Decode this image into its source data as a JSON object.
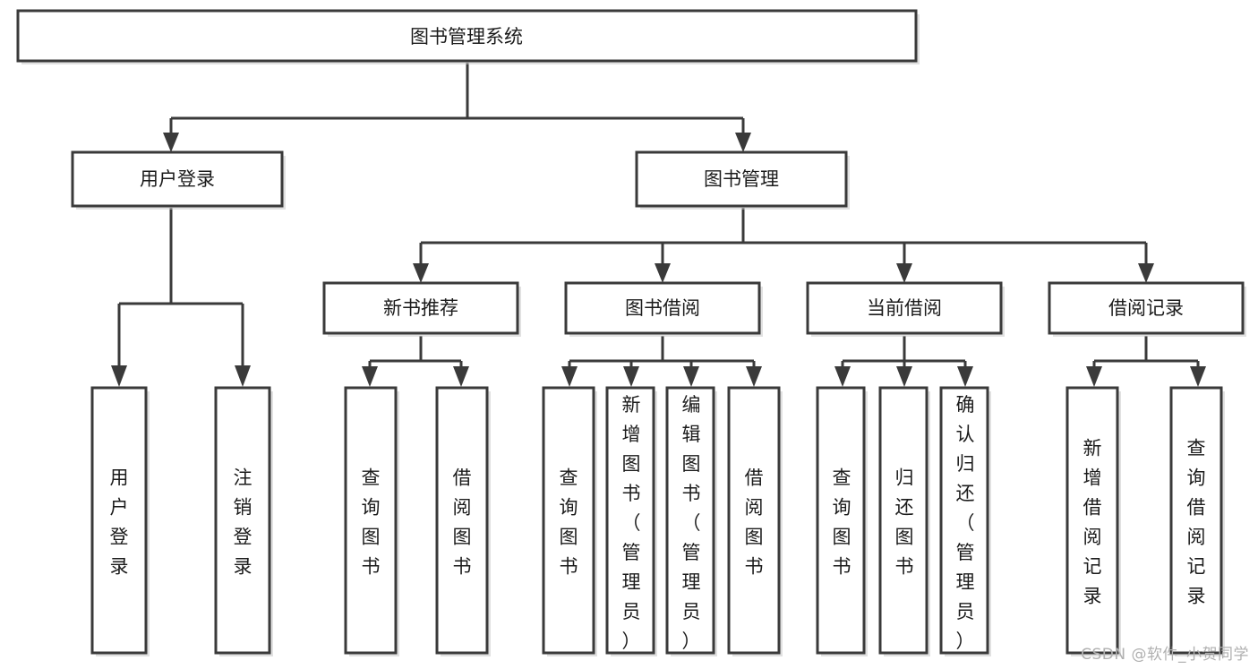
{
  "diagram": {
    "title": "图书管理系统",
    "type": "tree-hierarchy-diagram",
    "root": {
      "id": "root",
      "label": "图书管理系统",
      "orientation": "horizontal"
    },
    "level2": [
      {
        "id": "user-login",
        "label": "用户登录",
        "orientation": "horizontal"
      },
      {
        "id": "book-manage",
        "label": "图书管理",
        "orientation": "horizontal"
      }
    ],
    "level3": [
      {
        "id": "new-book-recommend",
        "label": "新书推荐",
        "orientation": "horizontal"
      },
      {
        "id": "book-borrow",
        "label": "图书借阅",
        "orientation": "horizontal"
      },
      {
        "id": "current-borrow",
        "label": "当前借阅",
        "orientation": "horizontal"
      },
      {
        "id": "borrow-record",
        "label": "借阅记录",
        "orientation": "horizontal"
      }
    ],
    "leaves": {
      "user-login": [
        {
          "id": "leaf-user-login",
          "label": "用户登录",
          "orientation": "vertical",
          "align": "center"
        },
        {
          "id": "leaf-logout",
          "label": "注销登录",
          "orientation": "vertical",
          "align": "center"
        }
      ],
      "new-book-recommend": [
        {
          "id": "leaf-query-book-1",
          "label": "查询图书",
          "orientation": "vertical",
          "align": "center"
        },
        {
          "id": "leaf-borrow-book-1",
          "label": "借阅图书",
          "orientation": "vertical",
          "align": "center"
        }
      ],
      "book-borrow": [
        {
          "id": "leaf-query-book-2",
          "label": "查询图书",
          "orientation": "vertical",
          "align": "center"
        },
        {
          "id": "leaf-add-book",
          "label": "新增图书（管理员）",
          "orientation": "vertical",
          "align": "top"
        },
        {
          "id": "leaf-edit-book",
          "label": "编辑图书（管理员）",
          "orientation": "vertical",
          "align": "top"
        },
        {
          "id": "leaf-borrow-book-2",
          "label": "借阅图书",
          "orientation": "vertical",
          "align": "center"
        }
      ],
      "current-borrow": [
        {
          "id": "leaf-query-book-3",
          "label": "查询图书",
          "orientation": "vertical",
          "align": "center"
        },
        {
          "id": "leaf-return-book",
          "label": "归还图书",
          "orientation": "vertical",
          "align": "center"
        },
        {
          "id": "leaf-confirm-return",
          "label": "确认归还（管理员）",
          "orientation": "vertical",
          "align": "top"
        }
      ],
      "borrow-record": [
        {
          "id": "leaf-add-record",
          "label": "新增借阅记录",
          "orientation": "vertical",
          "align": "center"
        },
        {
          "id": "leaf-query-record",
          "label": "查询借阅记录",
          "orientation": "vertical",
          "align": "center"
        }
      ]
    }
  },
  "watermark": {
    "text": "CSDN @软件_小贺同学"
  },
  "colors": {
    "box_stroke": "#3a3a3a",
    "box_fill": "#ffffff",
    "line": "#3a3a3a",
    "text": "#1b1b1b",
    "watermark": "#b0b0b0",
    "page_background": "#ffffff"
  }
}
